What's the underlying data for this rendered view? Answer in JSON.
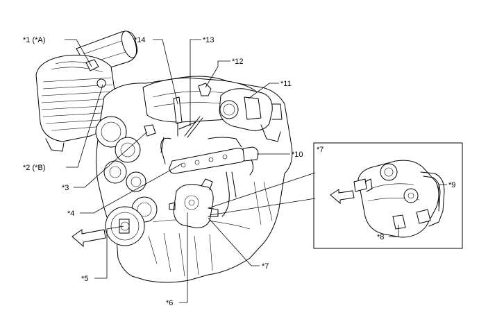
{
  "callouts": {
    "c1": "*1 (*A)",
    "c2": "*2 (*B)",
    "c3": "*3",
    "c4": "*4",
    "c5": "*5",
    "c6": "*6",
    "c7": "*7",
    "c8": "*8",
    "c9": "*9",
    "c10": "*10",
    "c11": "*11",
    "c12": "*12",
    "c13": "*13",
    "c14": "*14",
    "inset_label": "*7"
  }
}
